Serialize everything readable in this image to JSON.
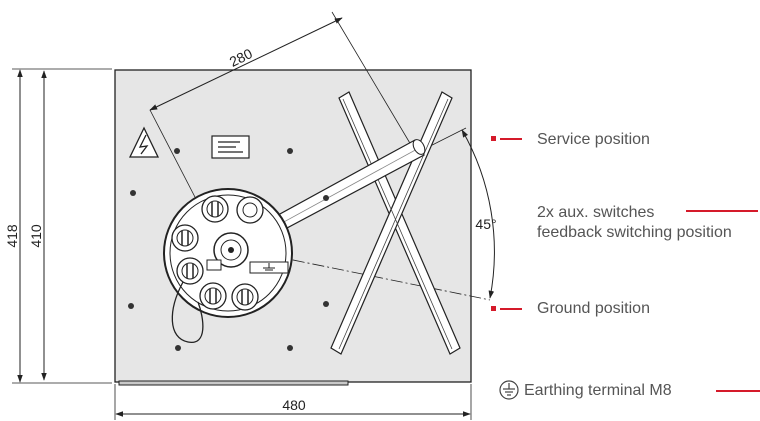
{
  "dimensions": {
    "diagonal": "280",
    "outer_height": "418",
    "inner_height": "410",
    "width": "480",
    "angle": "45°"
  },
  "callouts": {
    "service": "Service position",
    "aux_line1": "2x aux. switches",
    "aux_line2": "feedback switching position",
    "ground": "Ground position",
    "earthing": "Earthing terminal M8"
  },
  "colors": {
    "accent": "#d51a2a",
    "line": "#222222",
    "panel_fill": "#e6e6e6"
  },
  "icons": {
    "warning": "high-voltage-warning-icon",
    "nameplate": "nameplate-icon",
    "earth": "earth-ground-icon"
  }
}
